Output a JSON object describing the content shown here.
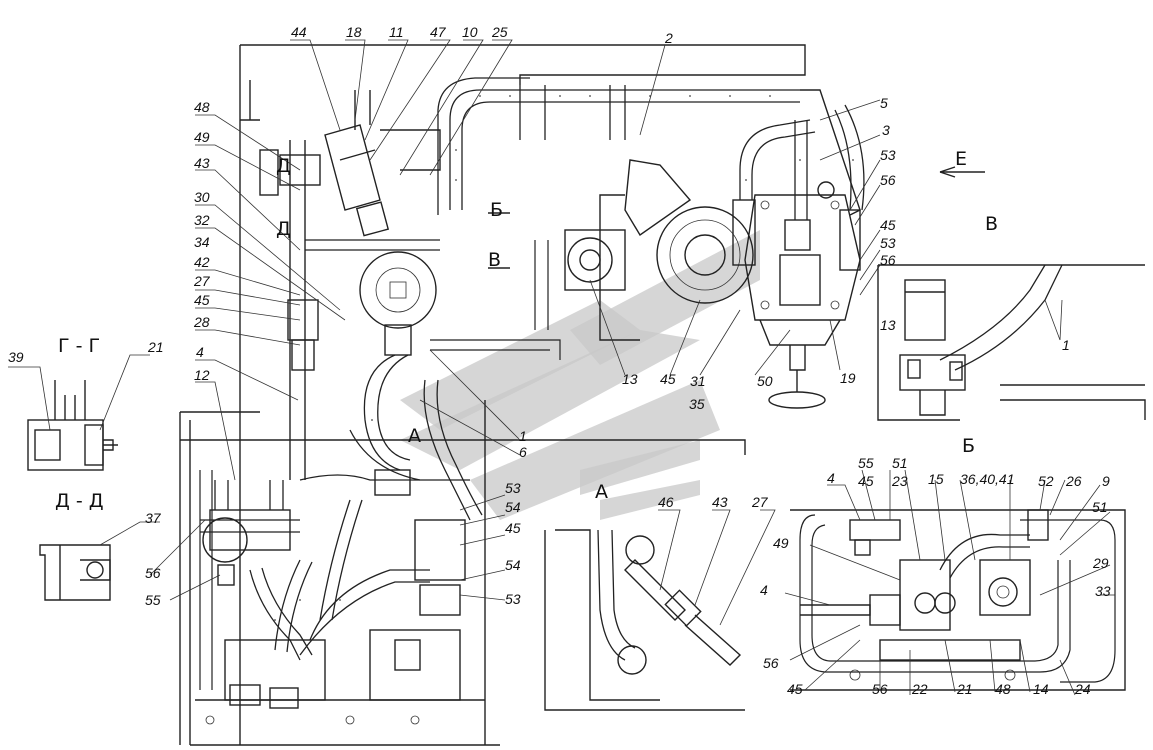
{
  "main_view": {
    "top_callouts": [
      "44",
      "18",
      "11",
      "47",
      "10",
      "25",
      "2"
    ],
    "left_callouts": [
      "48",
      "49",
      "43",
      "30",
      "32",
      "34",
      "42",
      "27",
      "45",
      "28",
      "4",
      "12"
    ],
    "right_callouts": [
      "5",
      "3",
      "53",
      "56",
      "45",
      "53",
      "56",
      "19"
    ],
    "center_callouts": [
      "13",
      "45",
      "31",
      "35",
      "50",
      "1",
      "6"
    ],
    "lower_callouts": [
      "53",
      "54",
      "45",
      "54",
      "53",
      "56",
      "55"
    ],
    "direction_labels": {
      "d1": "Д",
      "d2": "Д",
      "b": "Б",
      "v": "В",
      "a": "А",
      "e": "Е"
    }
  },
  "view_v": {
    "title": "В",
    "callouts": [
      "13",
      "1"
    ]
  },
  "view_a": {
    "title": "А",
    "callouts": [
      "46",
      "43",
      "27"
    ]
  },
  "view_b": {
    "title": "Б",
    "callouts_top": [
      "4",
      "55",
      "45",
      "51",
      "23",
      "15",
      "36,40,41",
      "52",
      "26",
      "9",
      "51"
    ],
    "callouts_side": [
      "49",
      "4",
      "29",
      "33"
    ],
    "callouts_bottom": [
      "56",
      "45",
      "56",
      "22",
      "21",
      "48",
      "14",
      "24"
    ]
  },
  "section_gg": {
    "title": "Г - Г",
    "callouts": [
      "39",
      "21"
    ]
  },
  "section_dd": {
    "title": "Д - Д",
    "callouts": [
      "37"
    ]
  }
}
